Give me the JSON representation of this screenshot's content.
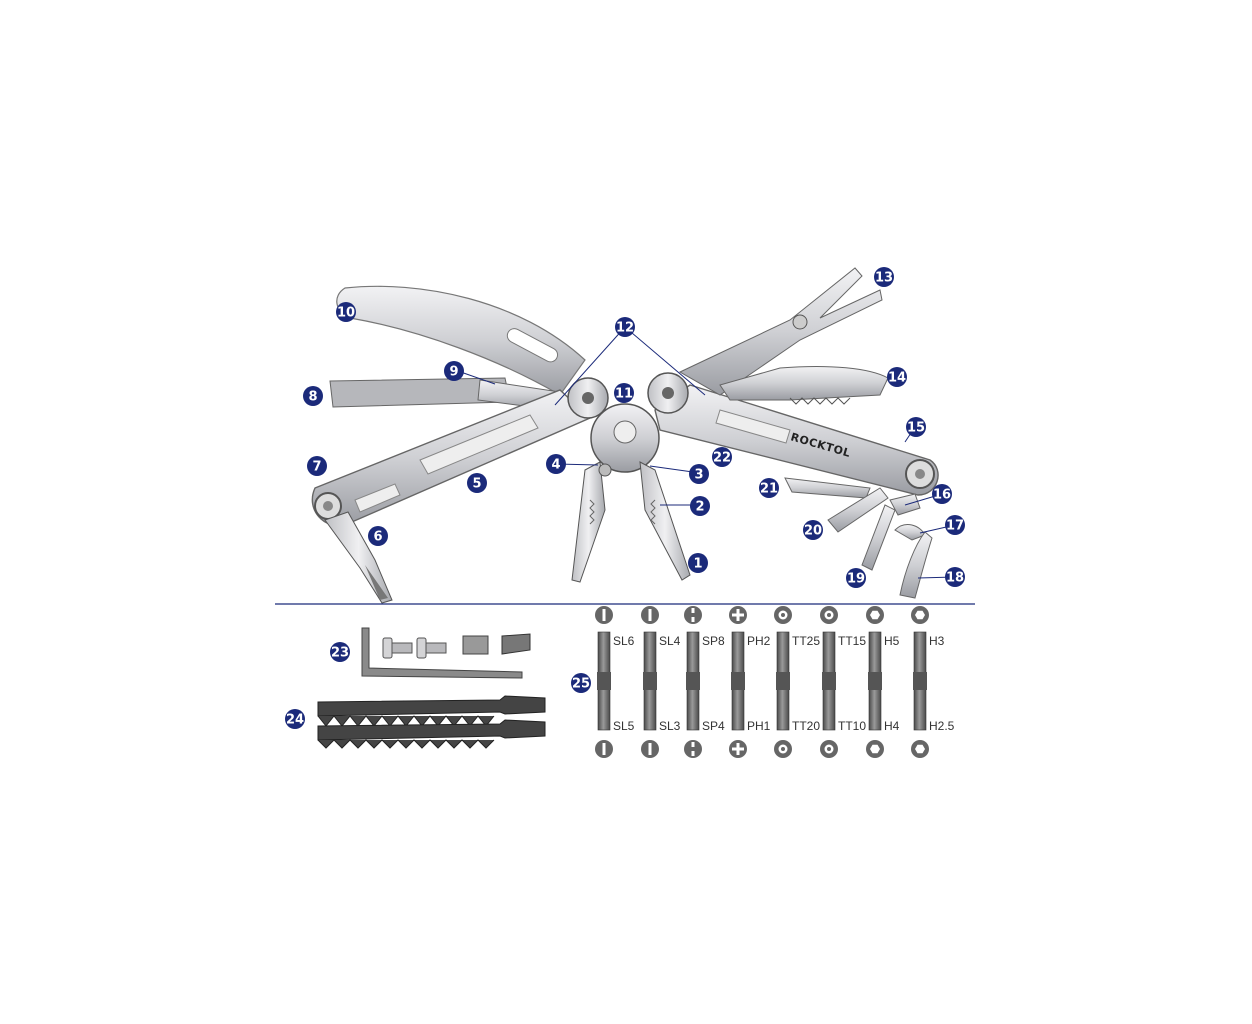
{
  "brand": "ROCKTOL",
  "colors": {
    "callout_fill": "#1b2a7a",
    "steel_light": "#e6e6e8",
    "steel_mid": "#c4c5c9",
    "steel_dark": "#8d8f95",
    "bit_dark": "#666666",
    "separator": "#1b2a7a"
  },
  "callouts": [
    "1",
    "2",
    "3",
    "4",
    "5",
    "6",
    "7",
    "8",
    "9",
    "10",
    "11",
    "12",
    "13",
    "14",
    "15",
    "16",
    "17",
    "18",
    "19",
    "20",
    "21",
    "22",
    "23",
    "24",
    "25"
  ],
  "bits": {
    "top_labels": [
      "SL6",
      "SL4",
      "SP8",
      "PH2",
      "TT25",
      "TT15",
      "H5",
      "H3"
    ],
    "bottom_labels": [
      "SL5",
      "SL3",
      "SP4",
      "PH1",
      "TT20",
      "TT10",
      "H4",
      "H2.5"
    ],
    "top_icons": [
      "slot-icon",
      "slot-icon",
      "spanner-icon",
      "phillips-icon",
      "torx-icon",
      "torx-icon",
      "hex-icon",
      "hex-icon"
    ],
    "bottom_icons": [
      "slot-icon",
      "slot-icon",
      "spanner-icon",
      "phillips-icon",
      "torx-icon",
      "torx-icon",
      "hex-icon",
      "hex-icon"
    ]
  }
}
